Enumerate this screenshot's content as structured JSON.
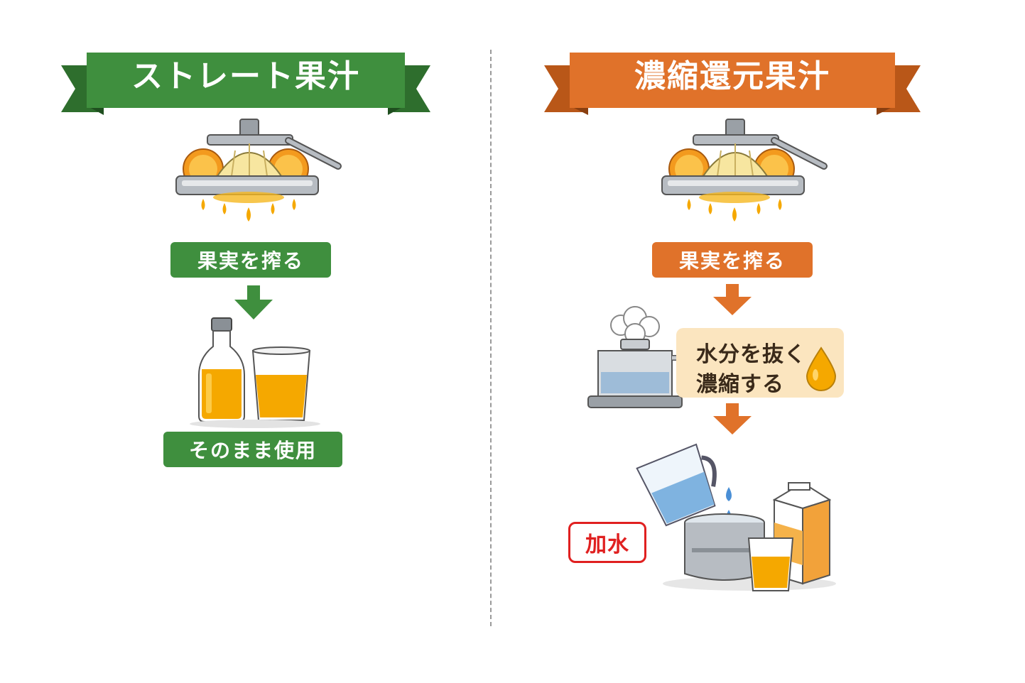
{
  "left": {
    "title": "ストレート果汁",
    "step1": "果実を搾る",
    "step2": "そのまま使用"
  },
  "right": {
    "title": "濃縮還元果汁",
    "step1": "果実を搾る",
    "step2_line1": "水分を抜く",
    "step2_line2": "濃縮する",
    "step3_label": "加水"
  },
  "icons": {
    "juicer": "citrus-press-icon",
    "bottle": "juice-bottle-icon",
    "glass": "juice-glass-icon",
    "evaporator": "steam-evaporator-icon",
    "drop": "juice-drop-icon",
    "pitcher": "water-pitcher-icon",
    "pot": "mixing-pot-icon",
    "carton": "juice-carton-icon"
  },
  "colors": {
    "green": "#3f8f3e",
    "green_dark": "#2e6e2d",
    "orange": "#e0722a",
    "orange_dark": "#b95718",
    "juice": "#f5a800",
    "note_bg": "#fbe5bf",
    "stamp_red": "#e02020"
  }
}
